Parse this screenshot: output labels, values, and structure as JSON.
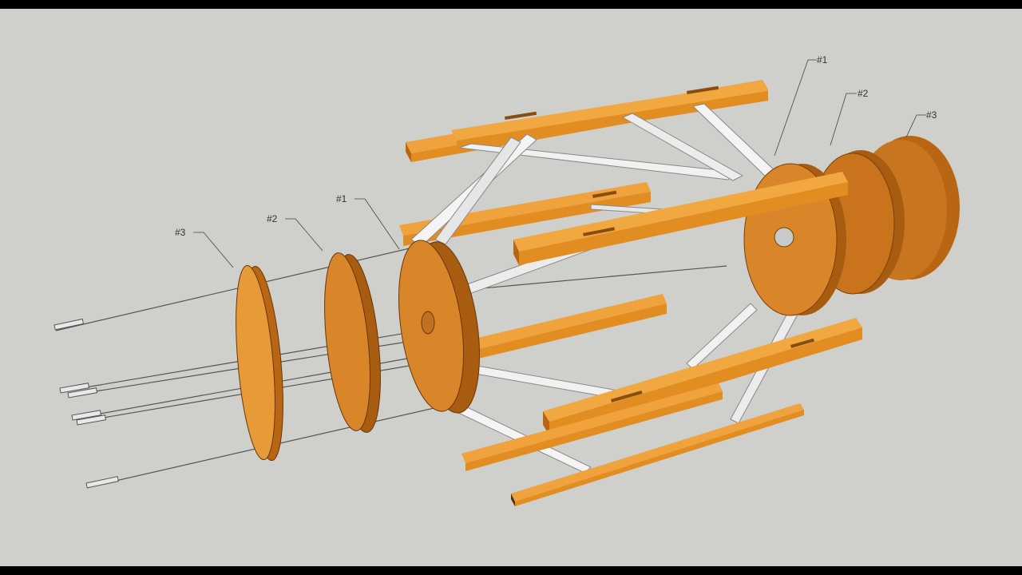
{
  "callouts": {
    "left_3": "#3",
    "left_2": "#2",
    "left_1": "#1",
    "right_1": "#1",
    "right_2": "#2",
    "right_3": "#3"
  },
  "colors": {
    "background": "#cfcfcc",
    "wood_light": "#f0a23c",
    "wood_mid": "#e28d22",
    "wood_dark": "#b86614",
    "disc_face": "#d9862a",
    "brace_light": "#f4f4f4",
    "brace_shade": "#bdbdbd"
  }
}
